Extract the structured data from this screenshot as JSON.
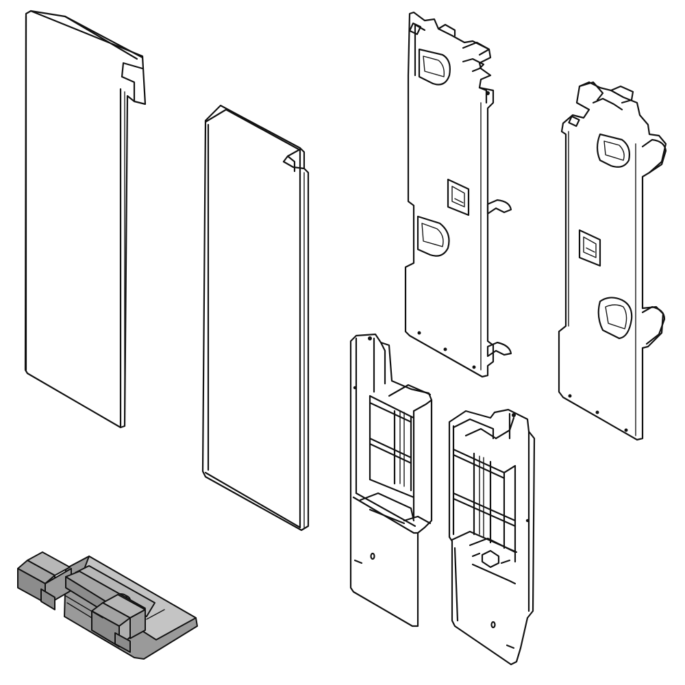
{
  "illustration": {
    "style": "technical line drawing, exploded parts",
    "colors": {
      "line": "#111111",
      "background": "#ffffff",
      "part_fill": "#ffffff",
      "clip_fill_light": "#b7b7b7",
      "clip_fill_dark": "#8f8f8f"
    },
    "parts": [
      "front-panel-left",
      "front-panel-right",
      "mounting-bracket-left",
      "mounting-bracket-right",
      "side-connector-left",
      "side-connector-right",
      "adjustment-clip"
    ]
  }
}
